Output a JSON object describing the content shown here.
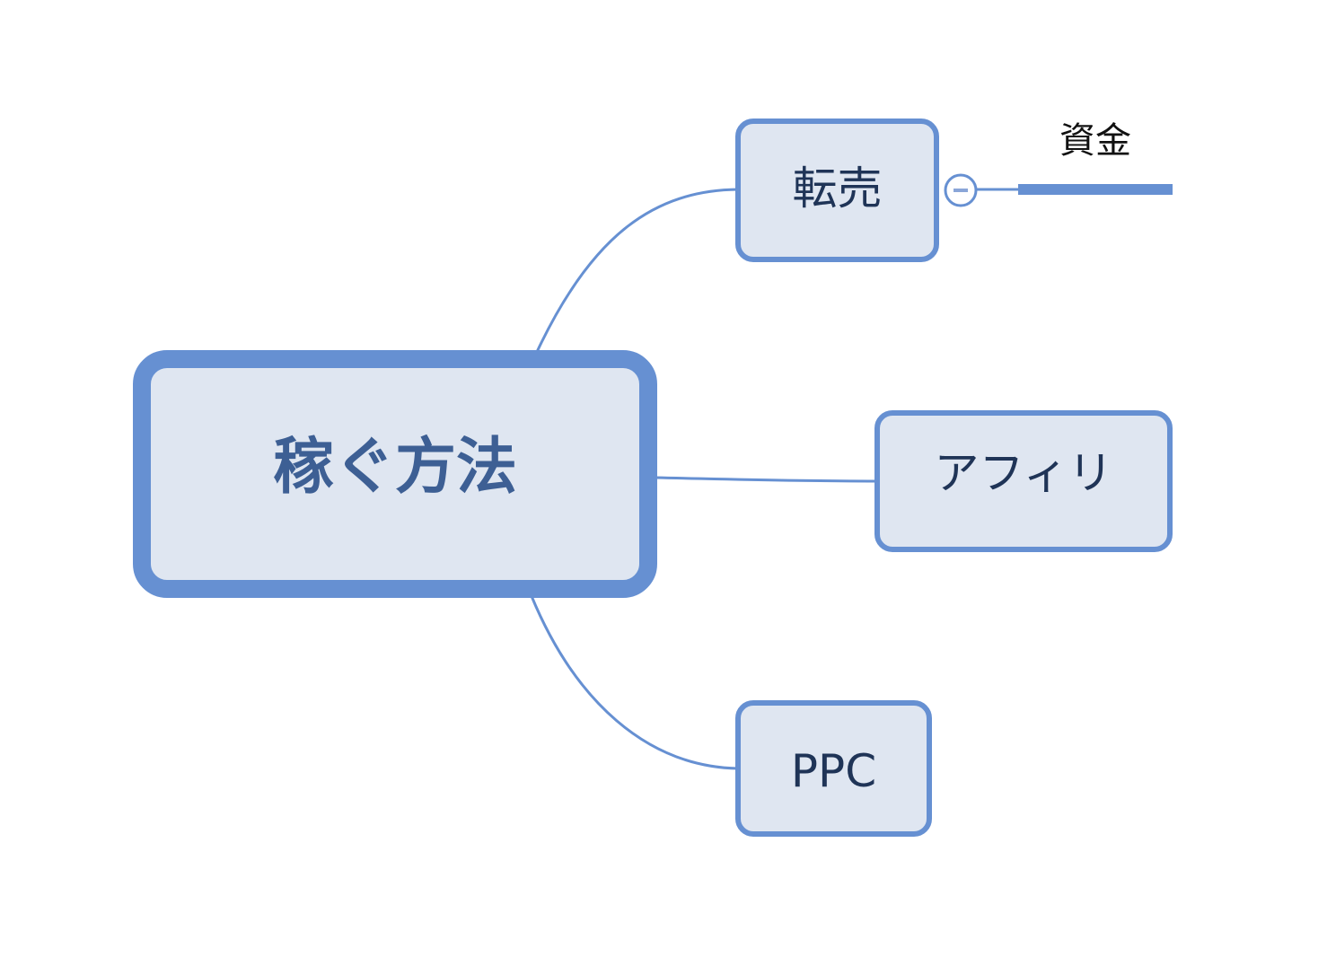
{
  "central": {
    "label": "稼ぐ方法"
  },
  "branches": [
    {
      "id": "tenbai",
      "label": "転売",
      "collapse_icon": "minus-circle-icon"
    },
    {
      "id": "affili",
      "label": "アフィリ"
    },
    {
      "id": "ppc",
      "label": "PPC"
    }
  ],
  "subtopic": {
    "label": "資金"
  },
  "colors": {
    "line": "#6690d2",
    "node_fill": "#dfe6f1",
    "central_text": "#3d5f94",
    "branch_text": "#1f3457"
  }
}
